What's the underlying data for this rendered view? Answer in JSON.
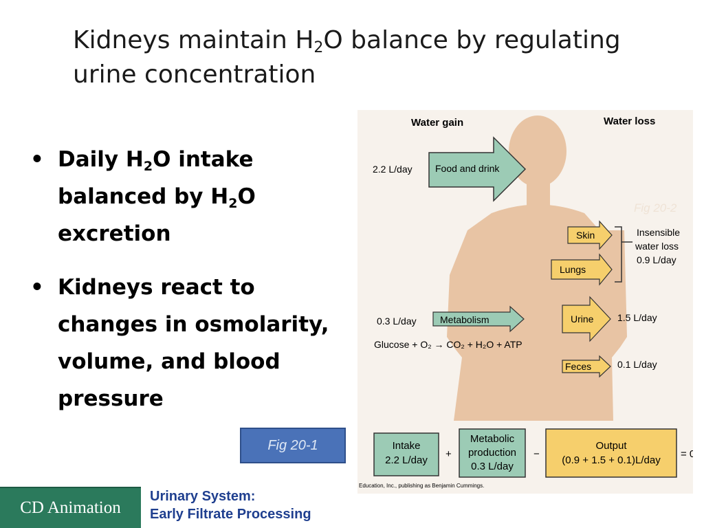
{
  "title": {
    "part1": "Kidneys maintain H",
    "sub": "2",
    "part2": "O balance by regulating",
    "line2": "urine concentration"
  },
  "bullets": {
    "b1": {
      "a": "Daily H",
      "a_sub": "2",
      "b": "O intake",
      "c": "balanced by H",
      "c_sub": "2",
      "d": "O",
      "e": "excretion"
    },
    "b2": {
      "l1": "Kidneys react to",
      "l2": "changes in osmolarity,",
      "l3": "volume, and blood",
      "l4": "pressure"
    }
  },
  "fig_button": "Fig 20-1",
  "figure": {
    "water_gain": "Water gain",
    "water_loss": "Water loss",
    "fig_label": "Fig 20-2",
    "food_amount": "2.2 L/day",
    "food_label": "Food and drink",
    "skin_label": "Skin",
    "lungs_label": "Lungs",
    "insensible_l1": "Insensible",
    "insensible_l2": "water loss",
    "insensible_l3": "0.9 L/day",
    "metab_amount": "0.3 L/day",
    "metab_label": "Metabolism",
    "equation": "Glucose + O₂ → CO₂ + H₂O + ATP",
    "urine_label": "Urine",
    "urine_amount": "1.5 L/day",
    "feces_label": "Feces",
    "feces_amount": "0.1 L/day",
    "intake_l1": "Intake",
    "intake_l2": "2.2 L/day",
    "plus": "+",
    "metprod_l1": "Metabolic",
    "metprod_l2": "production",
    "metprod_l3": "0.3 L/day",
    "minus": "−",
    "output_l1": "Output",
    "output_l2": "(0.9 + 1.5 + 0.1)L/day",
    "equals": "= 0",
    "credit": "Education, Inc., publishing as Benjamin Cummings."
  },
  "bottom": {
    "cd_button": "CD Animation",
    "caption_l1": "Urinary System:",
    "caption_l2": "Early Filtrate Processing"
  },
  "colors": {
    "green_box": "#9ccbb5",
    "yellow_box": "#f6cf6c",
    "body": "#e8c4a4",
    "fig_button": "#4a72b8",
    "cd_button": "#2b7a5c",
    "caption": "#1f3f8f"
  }
}
